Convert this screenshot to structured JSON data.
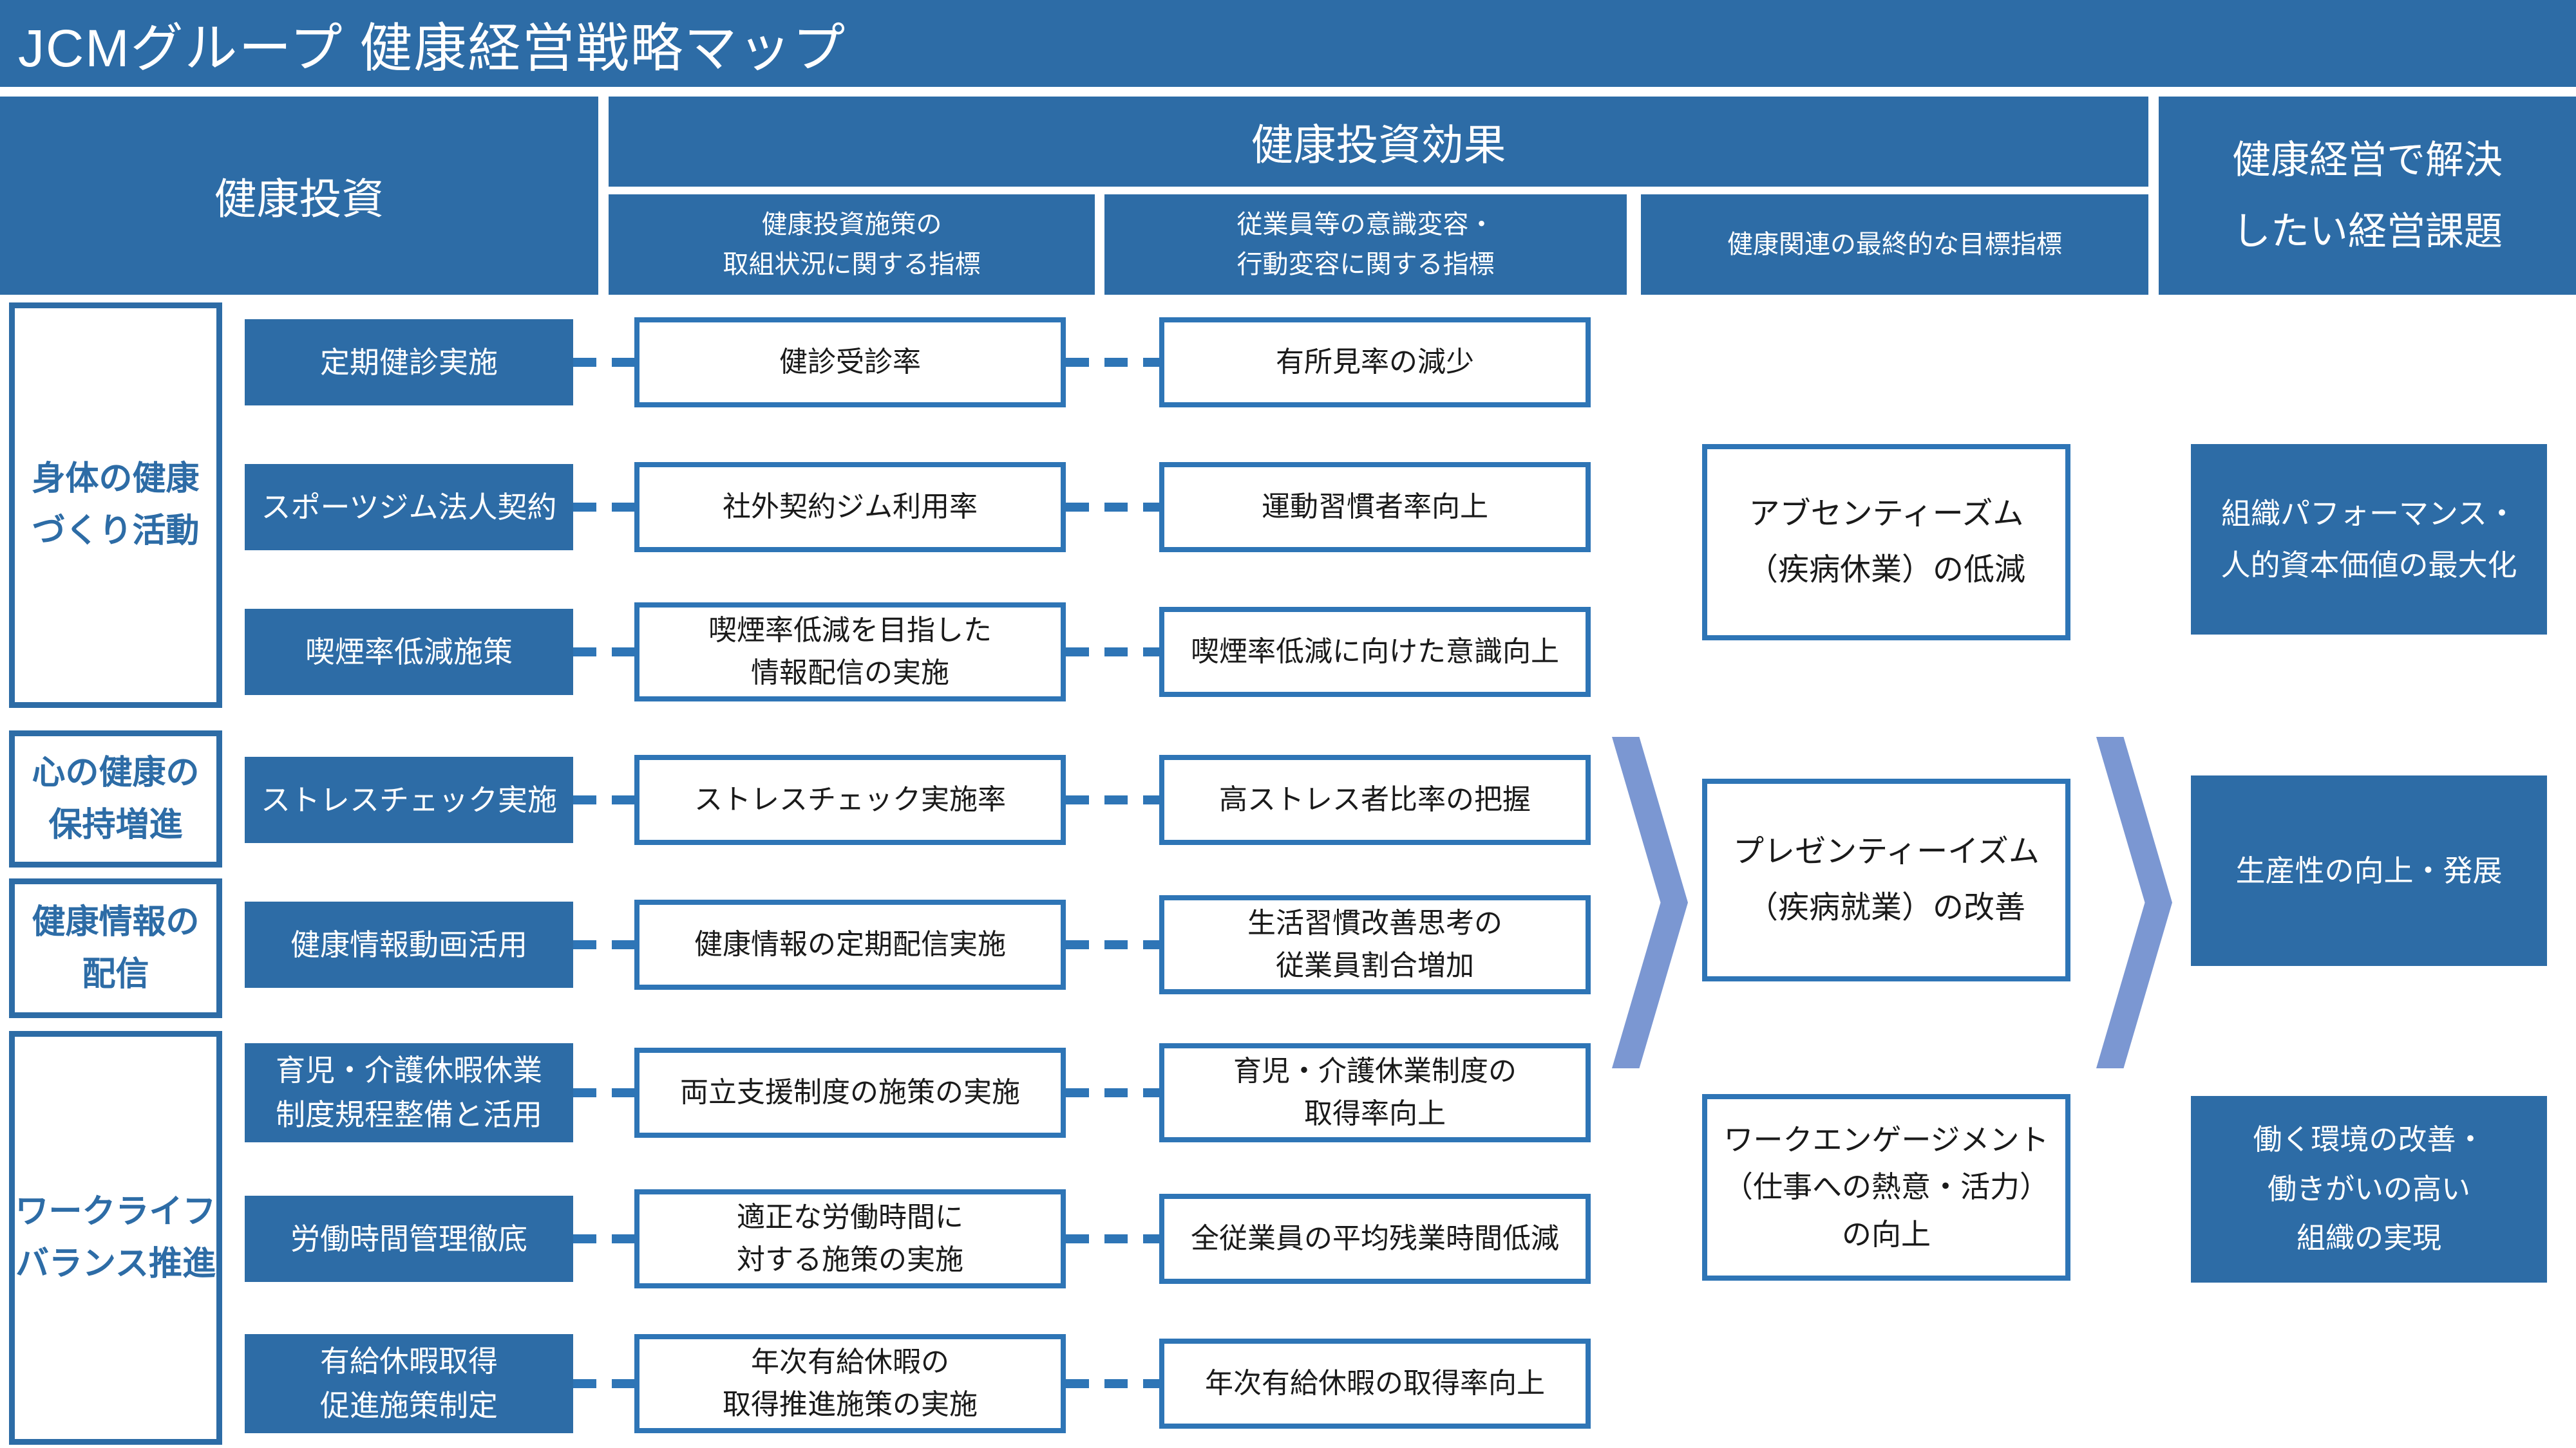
{
  "title": "JCMグループ 健康経営戦略マップ",
  "colors": {
    "primary_blue": "#2D6CA6",
    "border_blue": "#2E75B6",
    "arrow_blue": "#7B97D2",
    "text_dark": "#1A1A1A"
  },
  "header": {
    "investment": "健康投資",
    "effect": "健康投資効果",
    "effect_sub1": "健康投資施策の\n取組状況に関する指標",
    "effect_sub2": "従業員等の意識変容・\n行動変容に関する指標",
    "effect_sub3": "健康関連の最終的な目標指標",
    "management_issues": "健康経営で解決\nしたい経営課題"
  },
  "categories": [
    {
      "label": "身体の健康\nづくり活動"
    },
    {
      "label": "心の健康の\n保持増進"
    },
    {
      "label": "健康情報の\n配信"
    },
    {
      "label": "ワークライフ\nバランス推進"
    }
  ],
  "rows": [
    {
      "measure": "定期健診実施",
      "indicator": "健診受診率",
      "outcome": "有所見率の減少"
    },
    {
      "measure": "スポーツジム法人契約",
      "indicator": "社外契約ジム利用率",
      "outcome": "運動習慣者率向上"
    },
    {
      "measure": "喫煙率低減施策",
      "indicator": "喫煙率低減を目指した\n情報配信の実施",
      "outcome": "喫煙率低減に向けた意識向上"
    },
    {
      "measure": "ストレスチェック実施",
      "indicator": "ストレスチェック実施率",
      "outcome": "高ストレス者比率の把握"
    },
    {
      "measure": "健康情報動画活用",
      "indicator": "健康情報の定期配信実施",
      "outcome": "生活習慣改善思考の\n従業員割合増加"
    },
    {
      "measure": "育児・介護休暇休業\n制度規程整備と活用",
      "indicator": "両立支援制度の施策の実施",
      "outcome": "育児・介護休業制度の\n取得率向上"
    },
    {
      "measure": "労働時間管理徹底",
      "indicator": "適正な労働時間に\n対する施策の実施",
      "outcome": "全従業員の平均残業時間低減"
    },
    {
      "measure": "有給休暇取得\n促進施策制定",
      "indicator": "年次有給休暇の\n取得推進施策の実施",
      "outcome": "年次有給休暇の取得率向上"
    }
  ],
  "final_targets": [
    {
      "label": "アブセンティーズム\n（疾病休業）の低減"
    },
    {
      "label": "プレゼンティーイズム\n（疾病就業）の改善"
    },
    {
      "label": "ワークエンゲージメント\n（仕事への熱意・活力）\nの向上"
    }
  ],
  "management_goals": [
    {
      "label": "組織パフォーマンス・\n人的資本価値の最大化"
    },
    {
      "label": "生産性の向上・発展"
    },
    {
      "label": "働く環境の改善・\n働きがいの高い\n組織の実現"
    }
  ]
}
